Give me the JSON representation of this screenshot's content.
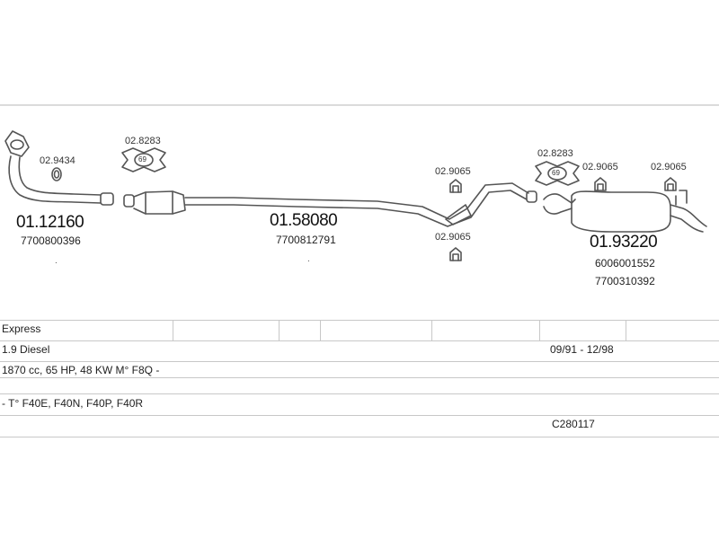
{
  "parts": {
    "front_pipe": {
      "number": "01.12160",
      "oem": "7700800396",
      "note": "."
    },
    "middle_pipe": {
      "number": "01.58080",
      "oem": "7700812791",
      "note": "."
    },
    "rear_silencer": {
      "number": "01.93220",
      "oem_1": "6006001552",
      "oem_2": "7700310392"
    },
    "fittings": {
      "clamp_front": "02.9434",
      "gasket_front": "02.8283",
      "gasket_front_badge": "69",
      "hanger_middle_top": "02.9065",
      "hanger_middle_bottom": "02.9065",
      "gasket_rear": "02.8283",
      "gasket_rear_badge": "69",
      "hanger_rear_1": "02.9065",
      "hanger_rear_2": "02.9065"
    }
  },
  "vehicle_table": {
    "model": "Express",
    "engine": "1.9 Diesel",
    "production": "09/91 - 12/98",
    "spec": "1870 cc, 65 HP, 48 KW M° F8Q -",
    "types": "- T° F40E, F40N, F40P, F40R",
    "catalog_ref": "C280117"
  },
  "colors": {
    "line": "#555555",
    "grid": "#c8c8c8",
    "text": "#222222"
  }
}
